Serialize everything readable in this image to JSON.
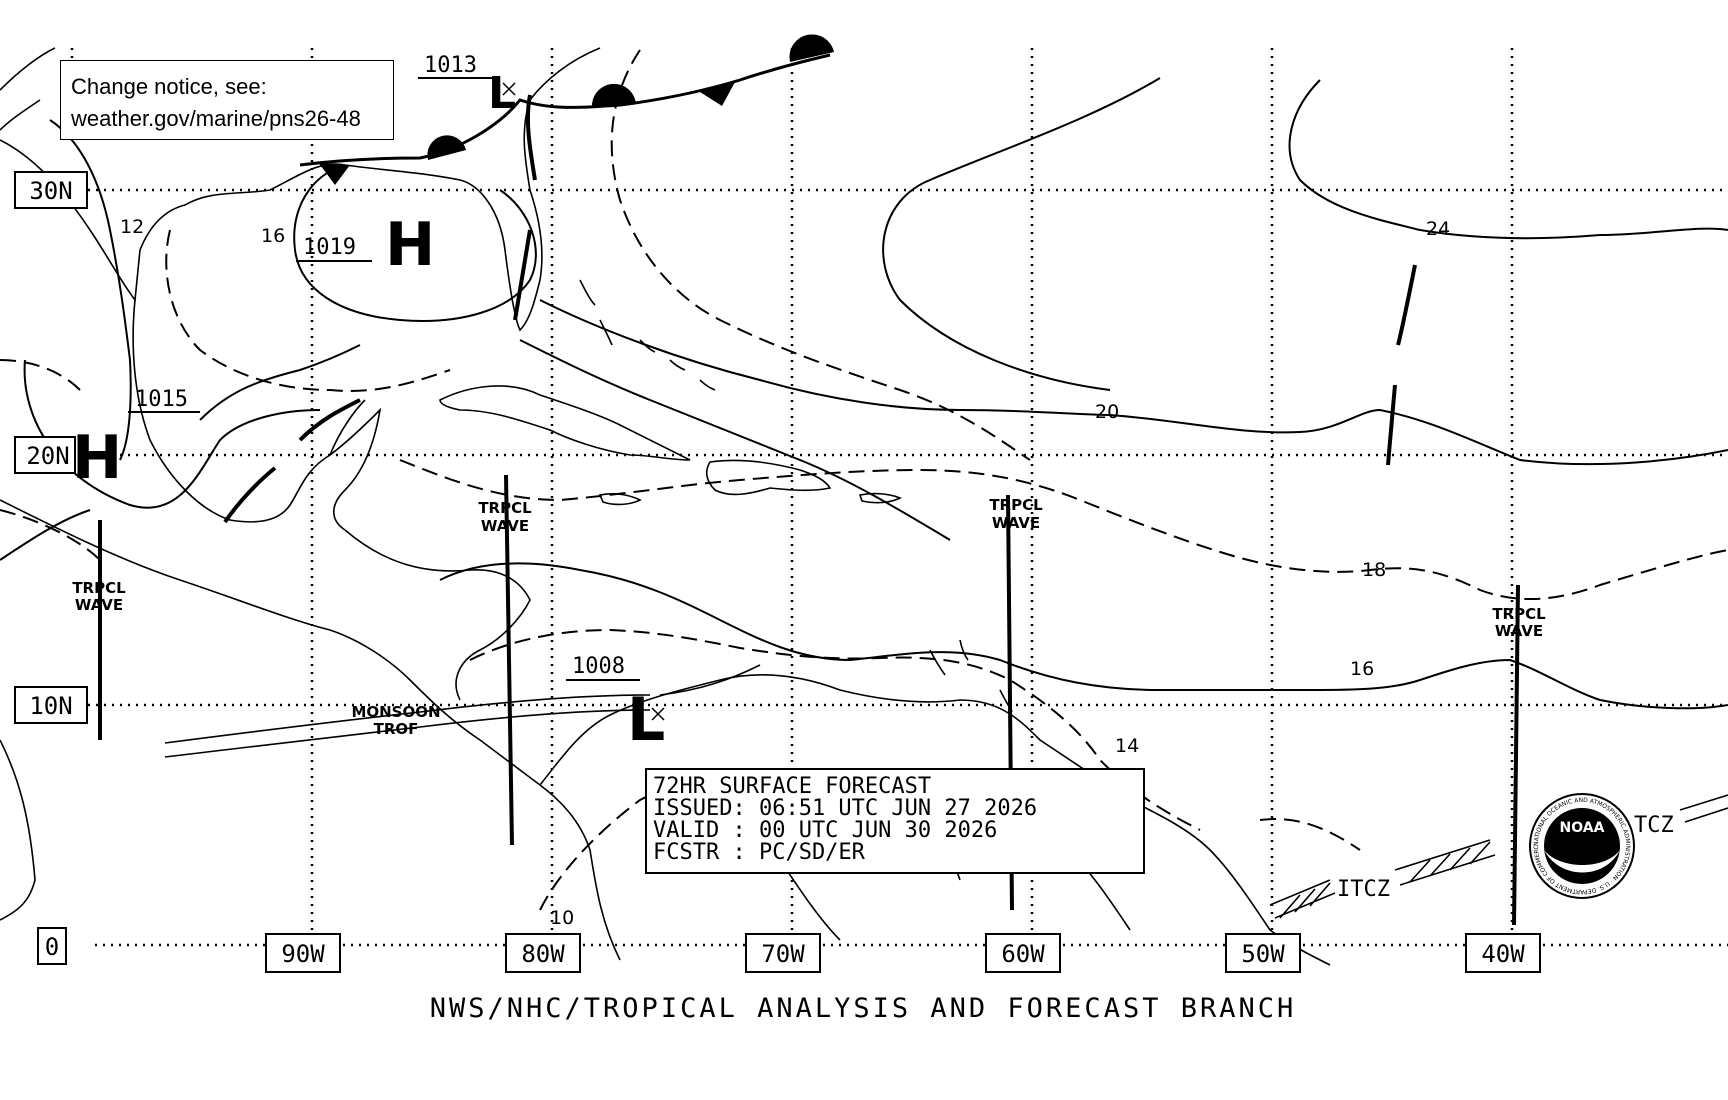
{
  "notice": {
    "line1": "Change notice, see:",
    "line2": "weather.gov/marine/pns26-48"
  },
  "grid": {
    "latitudes": [
      "30N",
      "20N",
      "10N",
      "0"
    ],
    "longitudes": [
      "90W",
      "80W",
      "70W",
      "60W",
      "50W",
      "40W"
    ]
  },
  "pressure_centers": [
    {
      "type": "H",
      "value": "1019"
    },
    {
      "type": "H",
      "value": "1015"
    },
    {
      "type": "L",
      "value": "1013"
    },
    {
      "type": "L",
      "value": "1008"
    }
  ],
  "isobar_labels": [
    "12",
    "16",
    "24",
    "20",
    "18",
    "16",
    "14",
    "10"
  ],
  "features": {
    "wave_label_1": "TRPCL",
    "wave_label_2": "WAVE",
    "monsoon_1": "MONSOON",
    "monsoon_2": "TROF",
    "itcz": "ITCZ",
    "tcz_partial": "TCZ"
  },
  "forecast_box": {
    "line1": "72HR SURFACE FORECAST",
    "line2": "ISSUED: 06:51 UTC JUN 27 2026",
    "line3": "VALID : 00 UTC JUN 30 2026",
    "line4": "FCSTR : PC/SD/ER"
  },
  "logo": {
    "text": "NOAA",
    "ring_text": "NATIONAL OCEANIC AND ATMOSPHERIC ADMINISTRATION · U.S. DEPARTMENT OF COMMERCE"
  },
  "footer": "NWS/NHC/TROPICAL ANALYSIS AND FORECAST BRANCH"
}
